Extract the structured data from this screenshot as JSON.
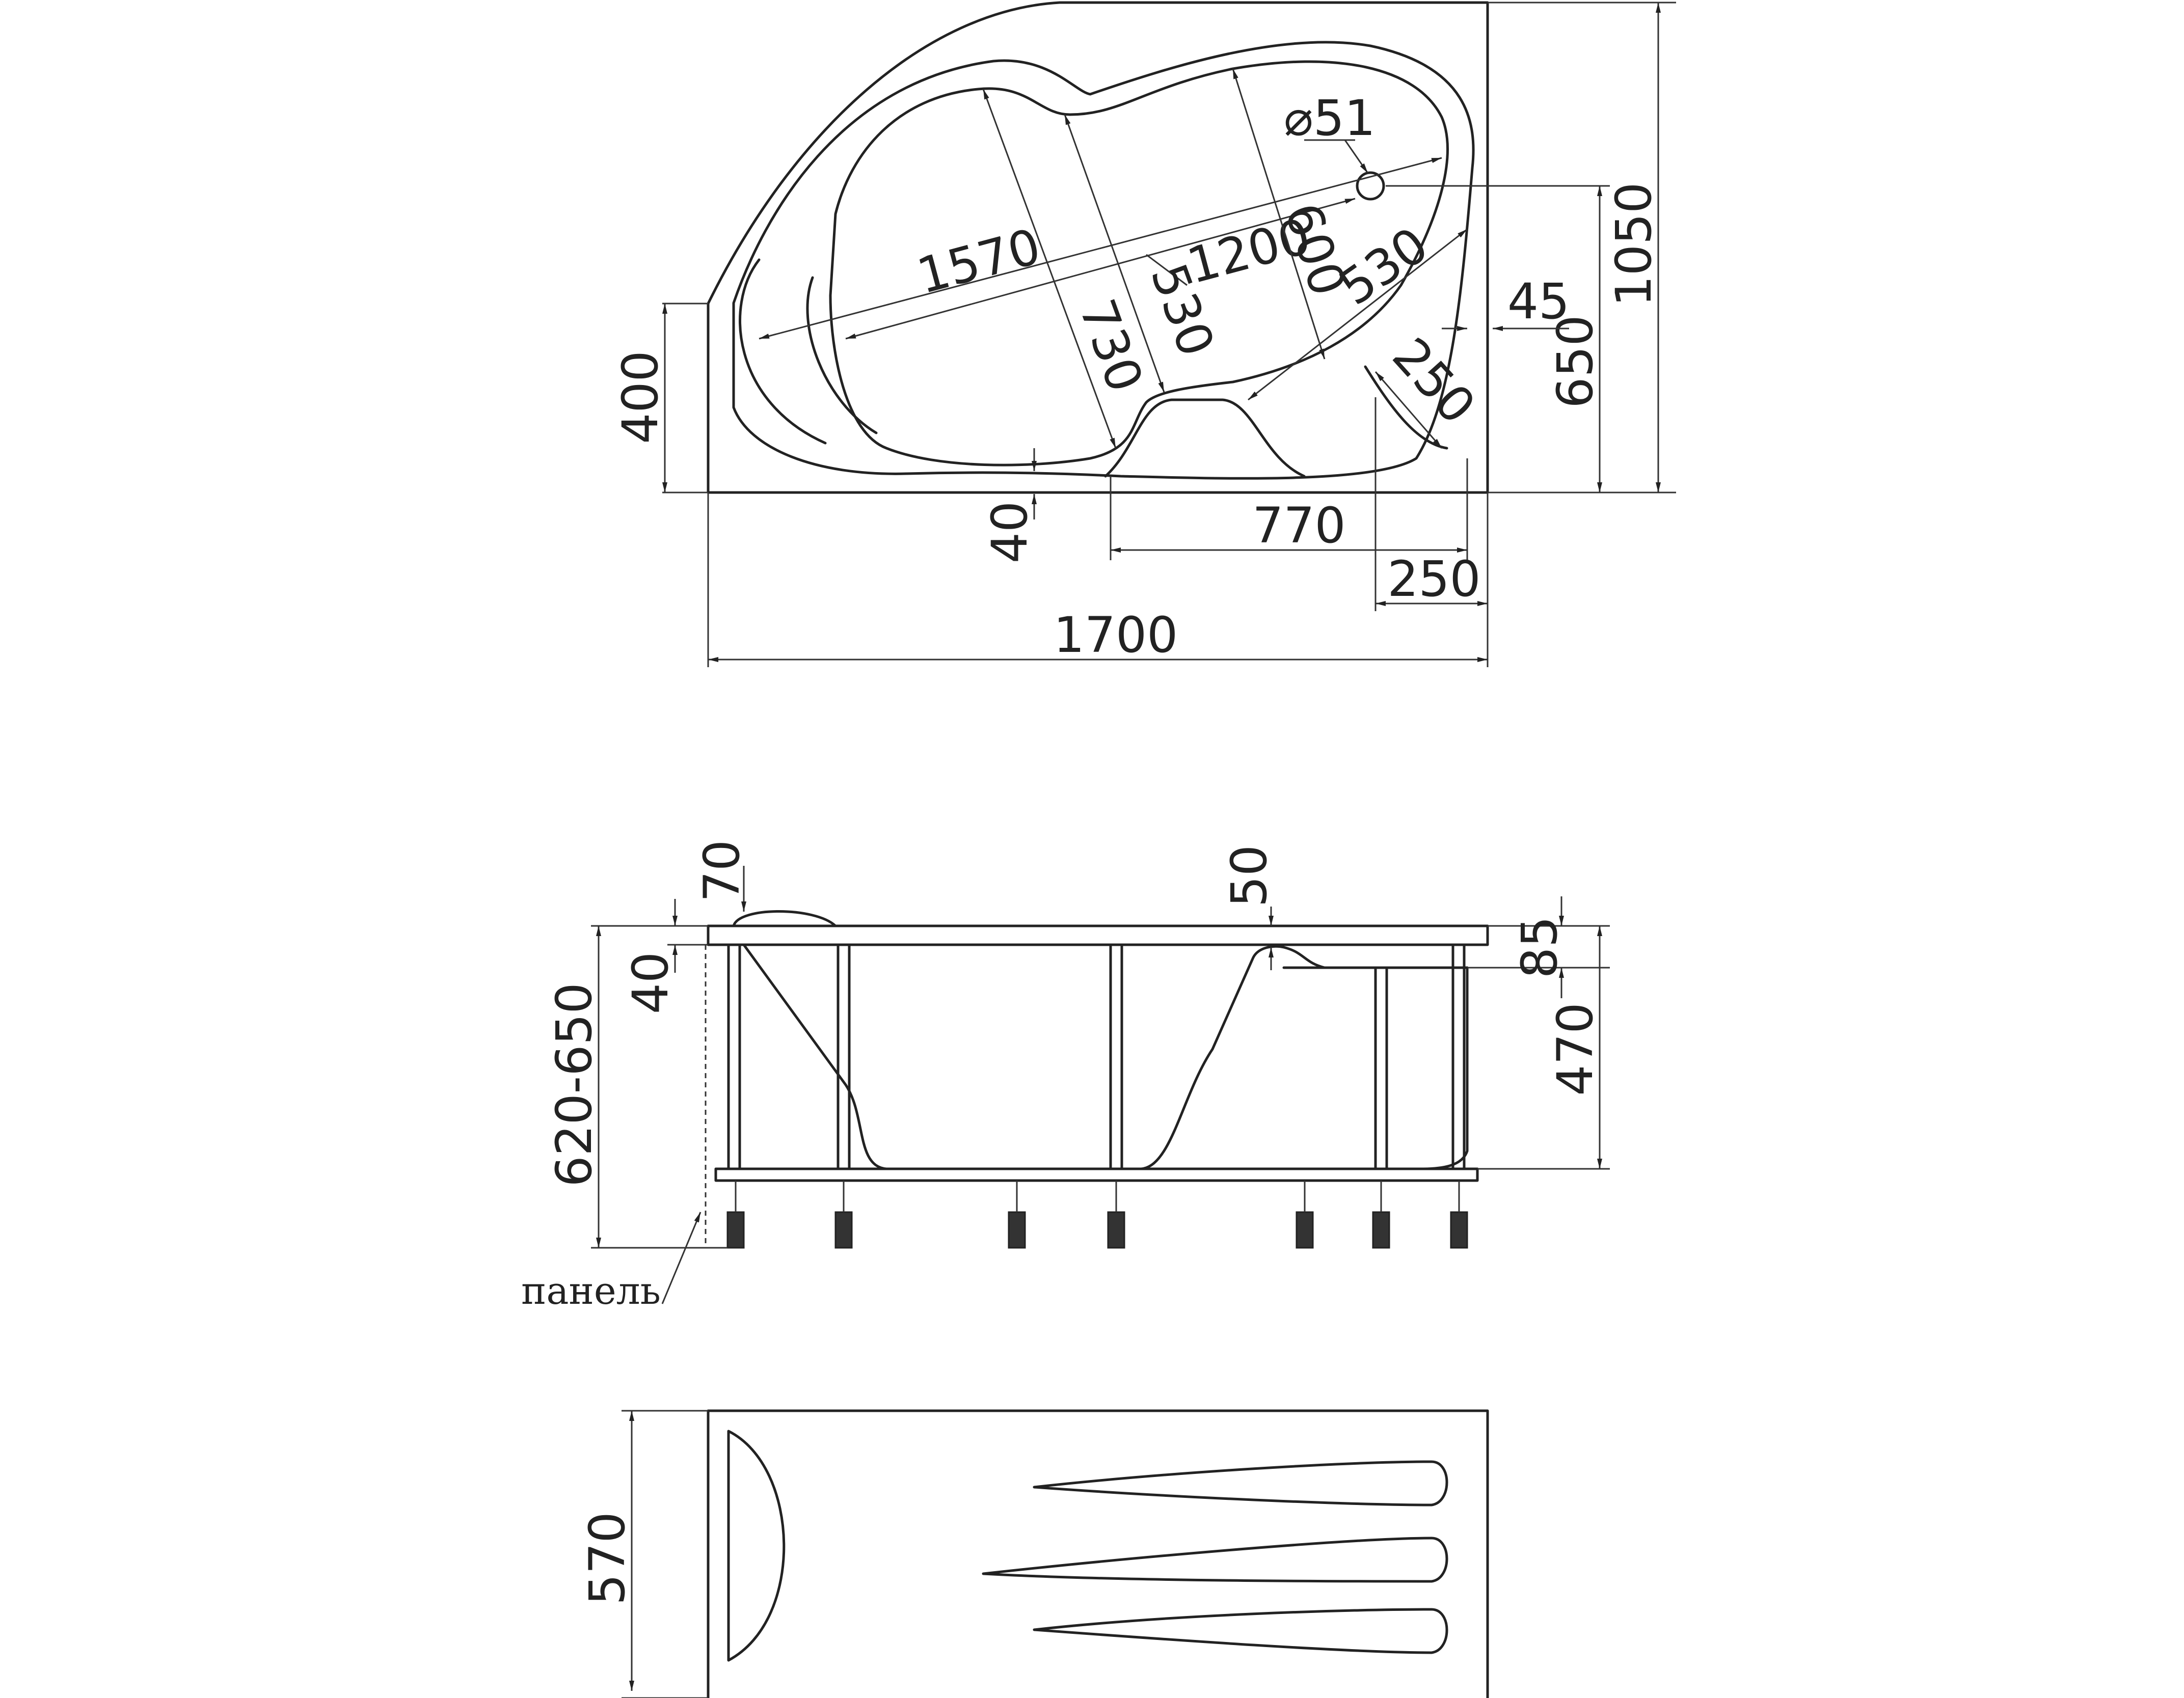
{
  "plan": {
    "overall_width": "1700",
    "overall_depth": "1050",
    "left_side_height": "400",
    "right_inner_height": "650",
    "right_offset": "45",
    "diag_1570": "1570",
    "diag_1200": "1200",
    "depth_730": "730",
    "depth_530_left": "530",
    "depth_600": "600",
    "depth_530_right": "530",
    "corner_250": "250",
    "drain_diameter": "⌀51",
    "bottom_gap_40": "40",
    "seat_offset_770": "770",
    "right_step_250": "250"
  },
  "side": {
    "total_height": "620-650",
    "rim_40": "40",
    "headrest_70": "70",
    "seat_50": "50",
    "rim_85": "85",
    "body_470": "470",
    "panel_label": "панель"
  },
  "panel": {
    "height": "570"
  }
}
